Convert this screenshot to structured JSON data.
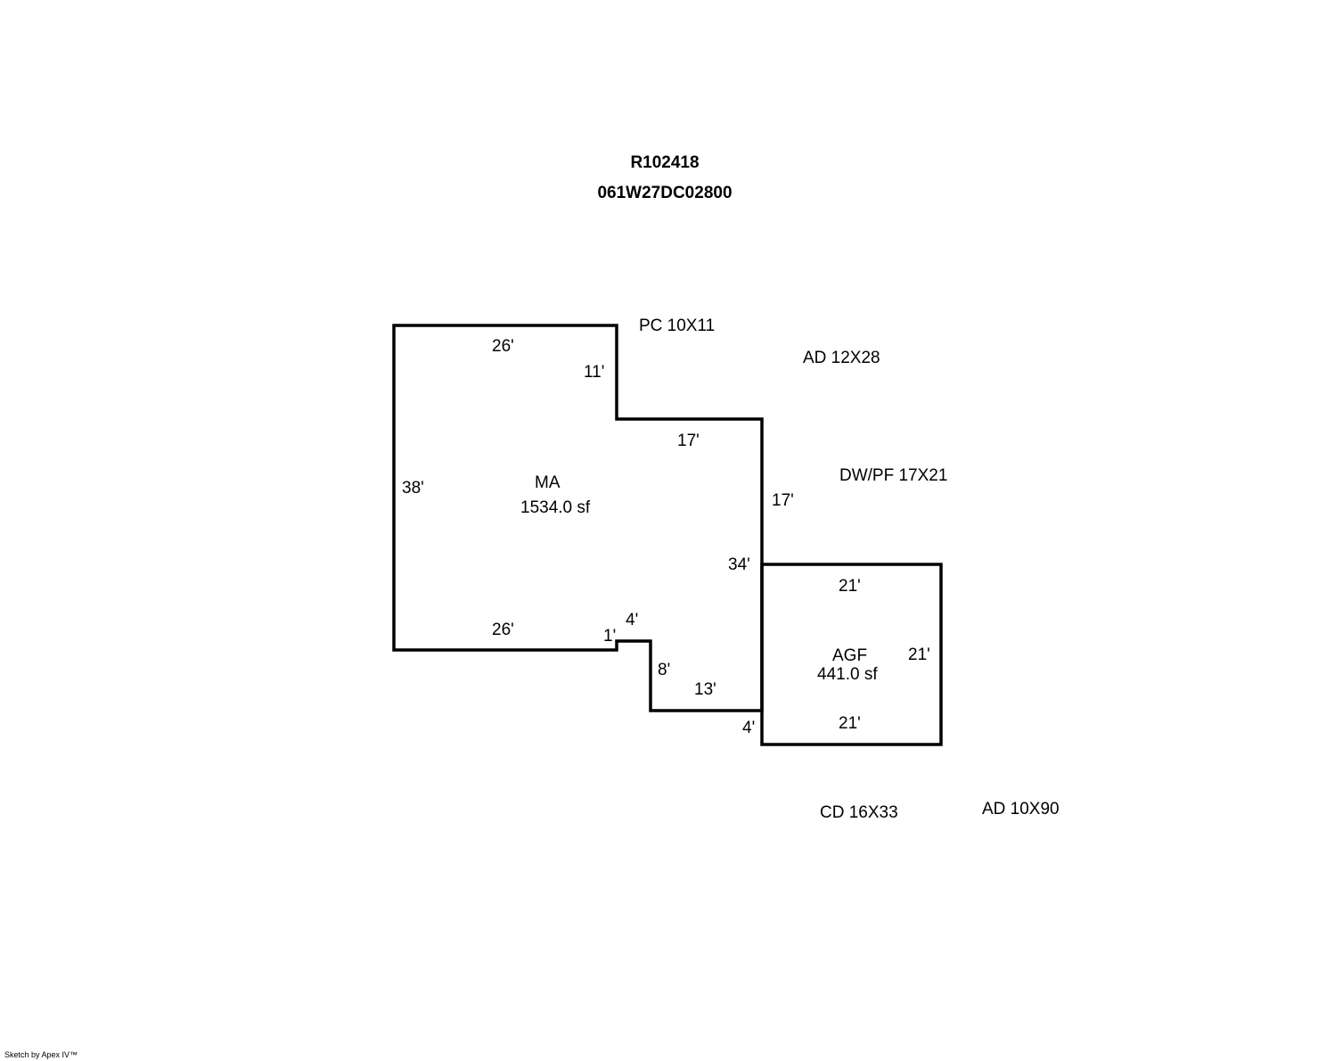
{
  "header": {
    "parcel_id": "R102418",
    "map_number": "061W27DC02800"
  },
  "areas": {
    "main": {
      "code": "MA",
      "area": "1534.0 sf"
    },
    "garage": {
      "code": "AGF",
      "area": "441.0 sf"
    }
  },
  "dimensions": {
    "ma_top": "26'",
    "ma_notch_right": "11'",
    "ma_mid_top": "17'",
    "ma_left": "38'",
    "ma_right_upper": "17'",
    "ma_right": "34'",
    "ma_bottom": "26'",
    "ma_step_1": "1'",
    "ma_step_4": "4'",
    "ma_step_8": "8'",
    "ma_step_13": "13'",
    "ma_step_4b": "4'",
    "agf_top": "21'",
    "agf_right": "21'",
    "agf_bottom": "21'"
  },
  "annotations": {
    "pc": "PC 10X11",
    "ad1": "AD 12X28",
    "dwpf": "DW/PF 17X21",
    "cd": "CD 16X33",
    "ad2": "AD 10X90"
  },
  "footer": {
    "credit": "Sketch by Apex IV™"
  }
}
